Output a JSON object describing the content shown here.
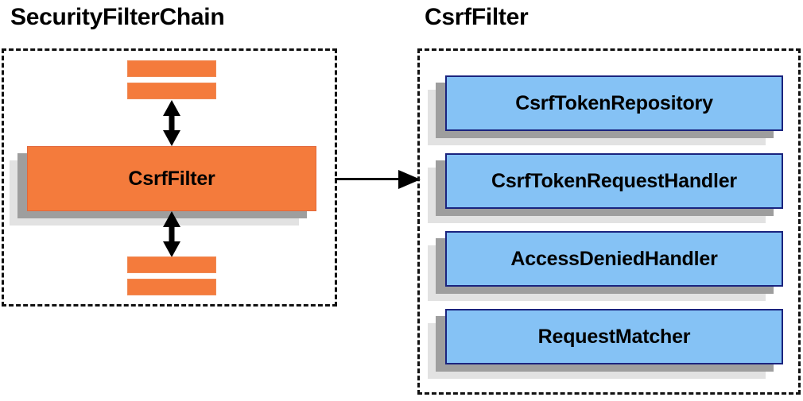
{
  "diagram": {
    "type": "component-diagram",
    "background": "#ffffff",
    "colors": {
      "orange_fill": "#f47b3c",
      "orange_border": "#ef8a55",
      "blue_fill": "#85c2f5",
      "blue_border": "#1a237e",
      "shadow_near": "#9e9e9e",
      "shadow_far": "#e2e2e2",
      "dashed_border": "#111111",
      "arrow": "#000000",
      "text": "#000000"
    }
  },
  "left_panel": {
    "title": "SecurityFilterChain",
    "stubs_top": [
      "",
      ""
    ],
    "stubs_bottom": [
      "",
      ""
    ],
    "node": {
      "label": "CsrfFilter"
    },
    "arrow_top": {
      "name": "double-headed-vertical-arrow"
    },
    "arrow_bottom": {
      "name": "double-headed-vertical-arrow"
    }
  },
  "connector": {
    "name": "right-arrow",
    "from": "SecurityFilterChain.CsrfFilter",
    "to": "CsrfFilter"
  },
  "right_panel": {
    "title": "CsrfFilter",
    "nodes": [
      {
        "label": "CsrfTokenRepository"
      },
      {
        "label": "CsrfTokenRequestHandler"
      },
      {
        "label": "AccessDeniedHandler"
      },
      {
        "label": "RequestMatcher"
      }
    ]
  }
}
